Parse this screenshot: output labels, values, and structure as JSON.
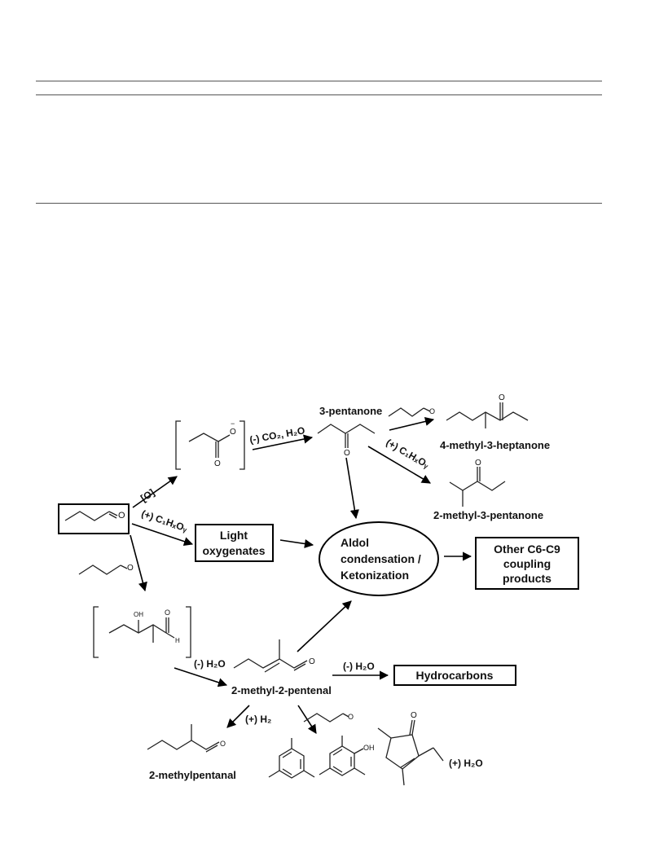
{
  "labels": {
    "pentanone": "3-pentanone",
    "co2_h2o": "(-) CO₂, H₂O",
    "methylheptanone": "4-methyl-3-heptanone",
    "methylpentanone": "2-methyl-3-pentanone",
    "c1hxoy_top": "(+) C₁HₓOᵧ",
    "oxidation": "[O]",
    "c1hxoy_mid": "(+) C₁HₓOᵧ",
    "light_oxygenates": [
      "Light",
      "oxygenates"
    ],
    "aldol": [
      "Aldol",
      "condensation /",
      "Ketonization"
    ],
    "other_products": [
      "Other C6-C9",
      "coupling",
      "products"
    ],
    "minus_h2o_left": "(-) H₂O",
    "minus_h2o_right": "(-) H₂O",
    "hydrocarbons": "Hydrocarbons",
    "methylpentenal": "2-methyl-2-pentenal",
    "plus_h2": "(+) H₂",
    "methylpentanal": "2-methylpentanal",
    "plus_h2o": "(+) H₂O"
  },
  "atoms": {
    "oxygen": "O",
    "oxygen_anion": "O",
    "anion_charge": "−",
    "hydroxyl": "OH",
    "hydrogen": "H"
  }
}
